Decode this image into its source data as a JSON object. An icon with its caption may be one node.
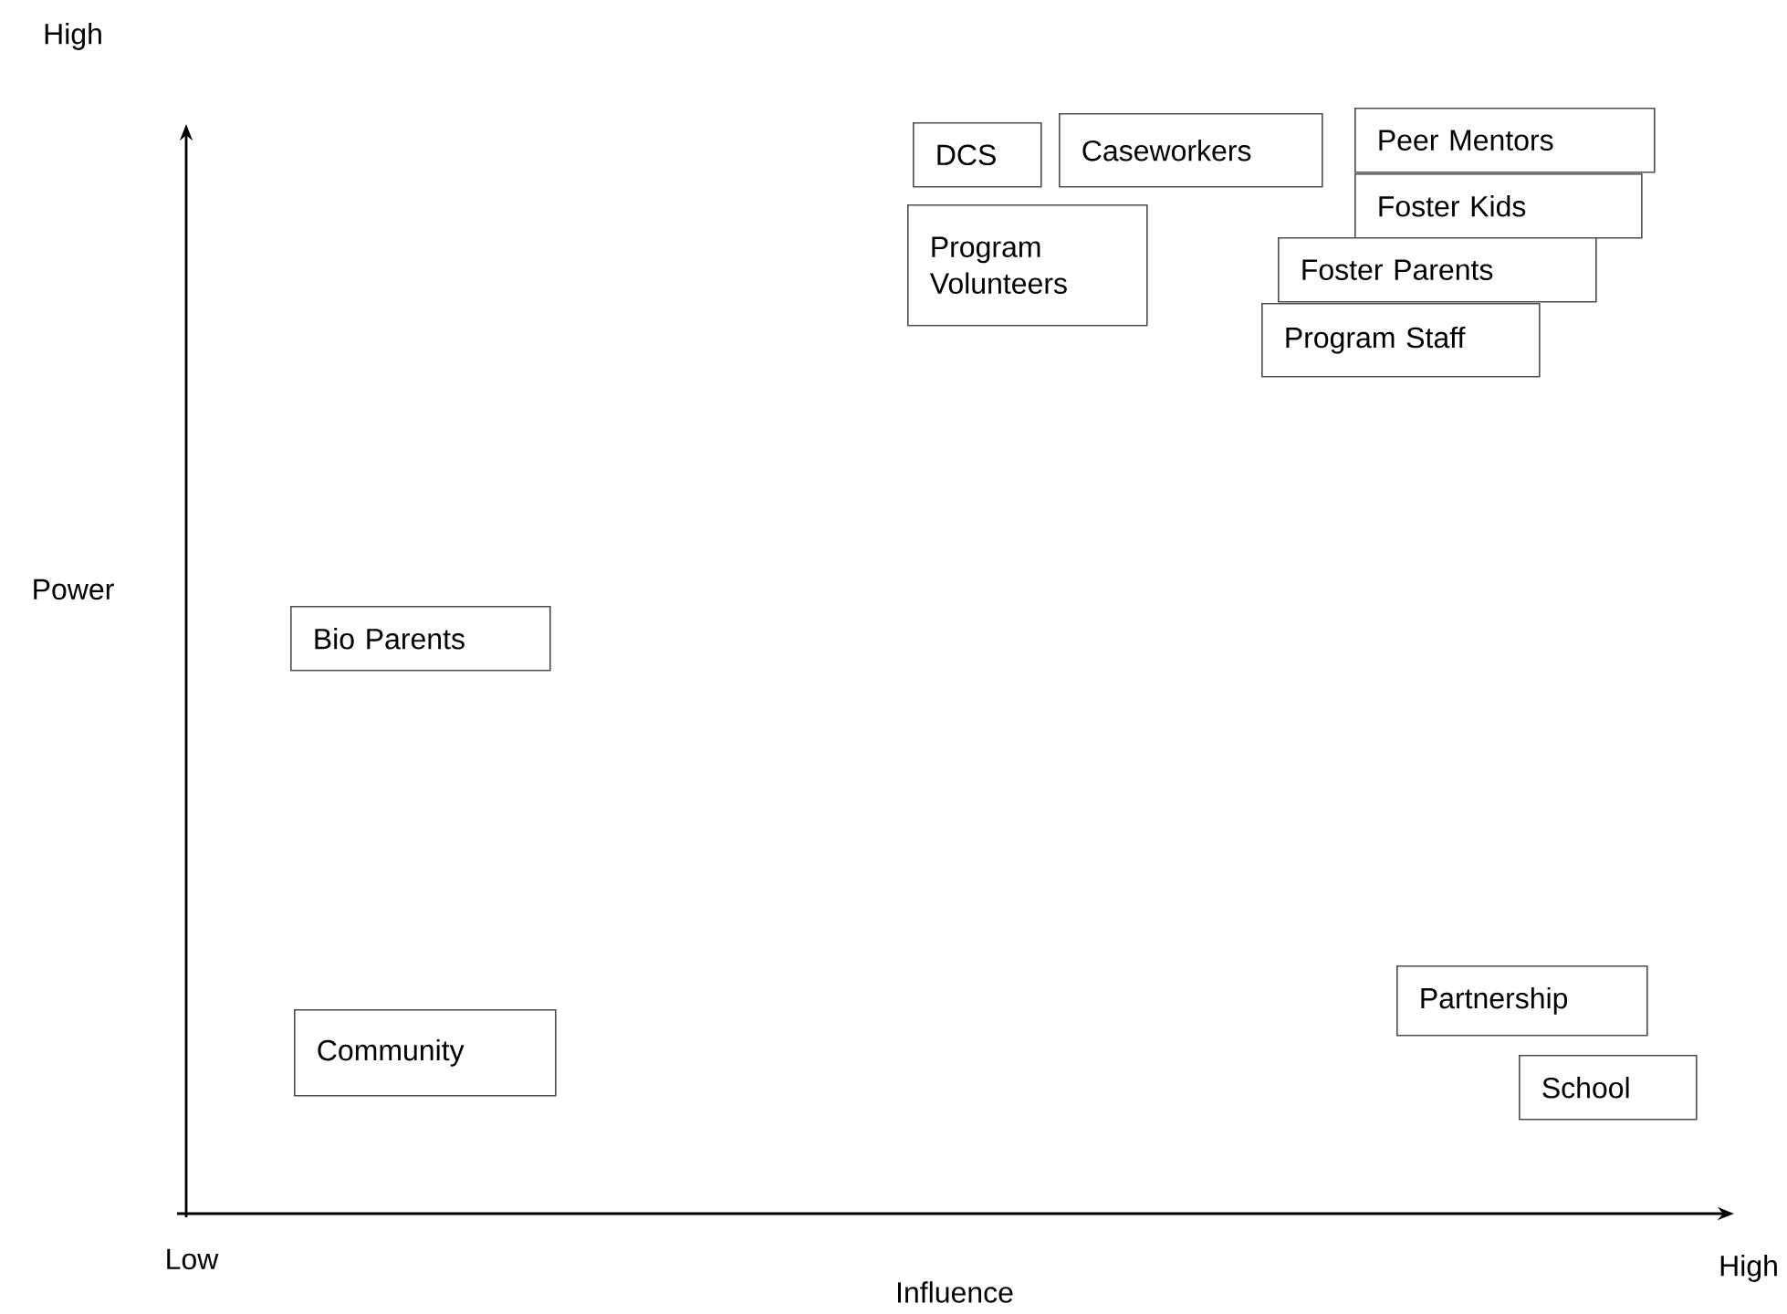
{
  "diagram": {
    "nodes": [
      {
        "text": [
          "Peer Mentors"
        ]
      },
      {
        "text": [
          "Caseworkers"
        ]
      },
      {
        "text": [
          "DCS"
        ]
      },
      {
        "text": [
          "Foster Kids"
        ]
      },
      {
        "text": [
          "Program Volunteers"
        ]
      },
      {
        "text": [
          "Foster Parents"
        ]
      },
      {
        "text": [
          "Program Staff"
        ]
      },
      {
        "text": [
          "Bio Parents"
        ]
      },
      {
        "text": [
          "Partnership"
        ]
      },
      {
        "text": [
          "Community"
        ]
      },
      {
        "text": [
          "School"
        ]
      }
    ],
    "labels": [
      "High",
      "Power",
      "Low",
      "Influence",
      "High"
    ]
  }
}
